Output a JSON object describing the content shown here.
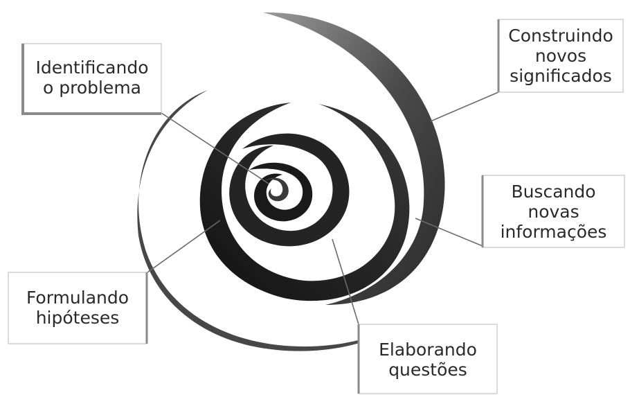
{
  "labels": {
    "identificando": {
      "lines": [
        "Identificando",
        "o problema"
      ]
    },
    "construindo": {
      "lines": [
        "Construindo",
        "novos",
        "significados"
      ]
    },
    "buscando": {
      "lines": [
        "Buscando",
        "novas",
        "informações"
      ]
    },
    "formulando": {
      "lines": [
        "Formulando",
        "hipóteses"
      ]
    },
    "elaborando": {
      "lines": [
        "Elaborando",
        "questões"
      ]
    }
  },
  "colors": {
    "ribbon_dark": "#1c1c1c",
    "ribbon_mid": "#4e4e4e",
    "ribbon_light": "#8a8a8a",
    "box_border": "#cfcfcf",
    "box_shadow": "#8a8a8a",
    "leader_line": "#6a6a6a"
  }
}
